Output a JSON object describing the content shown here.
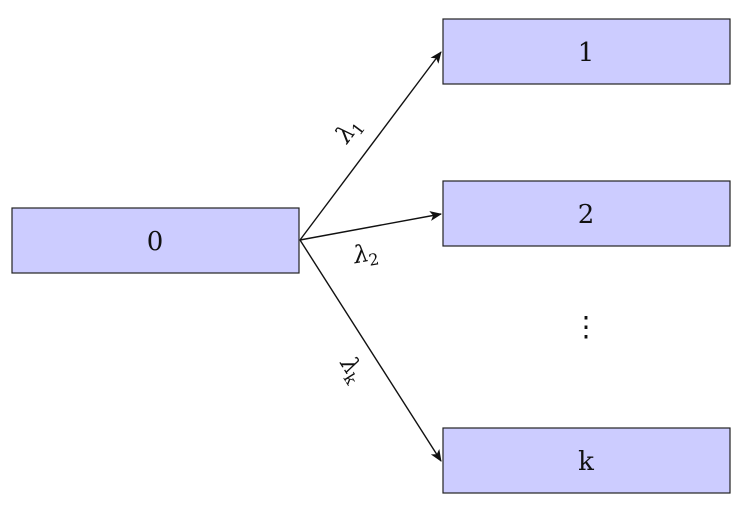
{
  "diagram": {
    "source": {
      "label": "0"
    },
    "targets": [
      {
        "label": "1"
      },
      {
        "label": "2"
      },
      {
        "label": "k"
      }
    ],
    "ellipsis": "⋮",
    "edges": [
      {
        "symbol": "λ",
        "subscript": "1"
      },
      {
        "symbol": "λ",
        "subscript": "2"
      },
      {
        "symbol": "λ",
        "subscript": "k"
      }
    ],
    "colors": {
      "box_fill": "#ccccff",
      "stroke": "#222222"
    }
  }
}
